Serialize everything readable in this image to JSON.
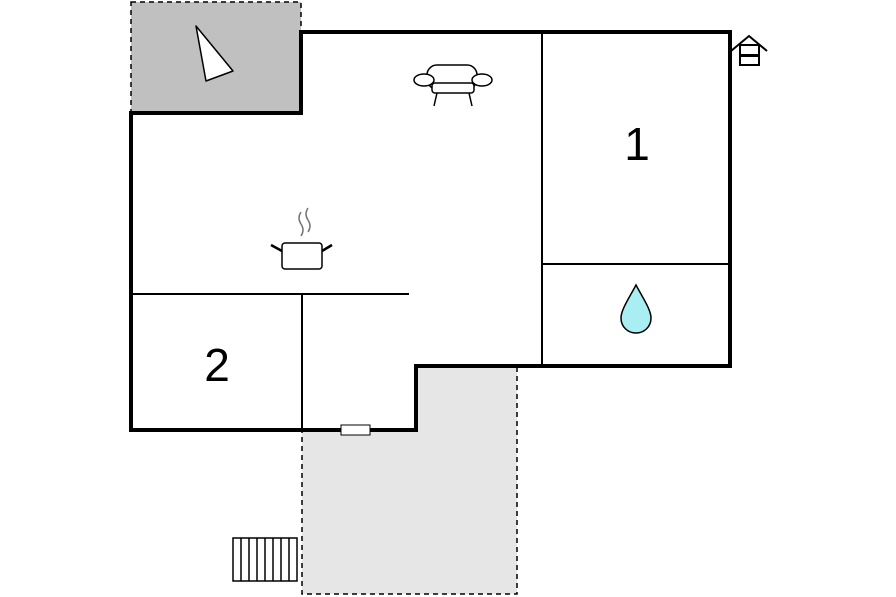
{
  "floorplan": {
    "rooms": [
      {
        "id": "bedroom-1",
        "label": "1"
      },
      {
        "id": "bedroom-2",
        "label": "2"
      }
    ],
    "icons": {
      "terrace_roofed": "compass-direction-icon",
      "living": "sofa-icon",
      "kitchen": "cooking-pot-icon",
      "bathroom": "water-drop-icon",
      "entrance": "house-entrance-icon",
      "stairs": "stairs-icon",
      "door": "door-icon"
    },
    "colors": {
      "wall": "#000000",
      "covered_terrace": "#c0c0c0",
      "open_terrace": "#e6e6e6",
      "water_drop": "#a8eef2"
    }
  }
}
